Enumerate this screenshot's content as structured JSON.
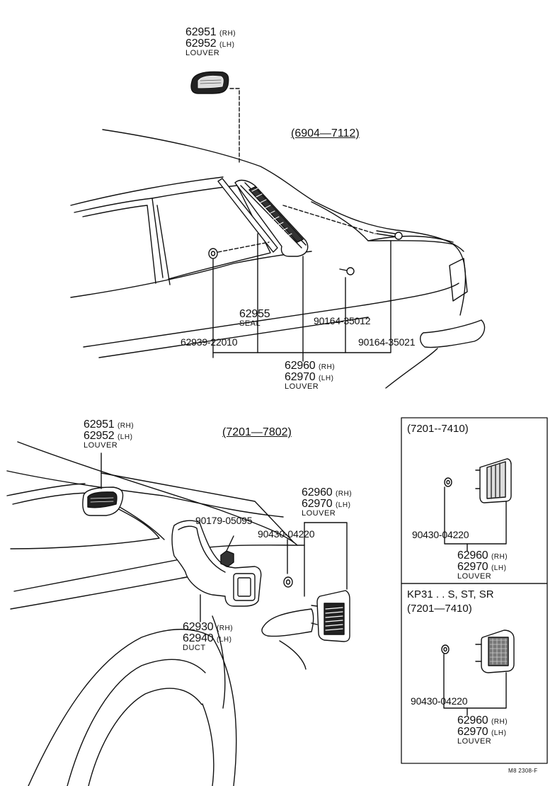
{
  "top": {
    "range": "(6904—7112)",
    "louver_upper": {
      "pn1": "62951",
      "s1": "(RH)",
      "pn2": "62952",
      "s2": "(LH)",
      "name": "LOUVER"
    },
    "seal": {
      "pn": "62955",
      "name": "SEAL"
    },
    "p_22010": "62939-22010",
    "p_35012": "90164-35012",
    "p_35021": "90164-35021",
    "louver_lower": {
      "pn1": "62960",
      "s1": "(RH)",
      "pn2": "62970",
      "s2": "(LH)",
      "name": "LOUVER"
    }
  },
  "bottom": {
    "range": "(7201—7802)",
    "louver_upper": {
      "pn1": "62951",
      "s1": "(RH)",
      "pn2": "62952",
      "s2": "(LH)",
      "name": "LOUVER"
    },
    "louver_rear": {
      "pn1": "62960",
      "s1": "(RH)",
      "pn2": "62970",
      "s2": "(LH)",
      "name": "LOUVER"
    },
    "p_05095": "90179-05095",
    "p_04220": "90430-04220",
    "duct": {
      "pn1": "62930",
      "s1": "(RH)",
      "pn2": "62940",
      "s2": "(LH)",
      "name": "DUCT"
    }
  },
  "inset1": {
    "range": "(7201--7410)",
    "p_04220": "90430-04220",
    "louver": {
      "pn1": "62960",
      "s1": "(RH)",
      "pn2": "62970",
      "s2": "(LH)",
      "name": "LOUVER"
    }
  },
  "inset2": {
    "model": "KP31 . . S, ST, SR",
    "range": "(7201—7410)",
    "p_04220": "90430-04220",
    "louver": {
      "pn1": "62960",
      "s1": "(RH)",
      "pn2": "62970",
      "s2": "(LH)",
      "name": "LOUVER"
    }
  },
  "figure_code": "M8 2308-F"
}
